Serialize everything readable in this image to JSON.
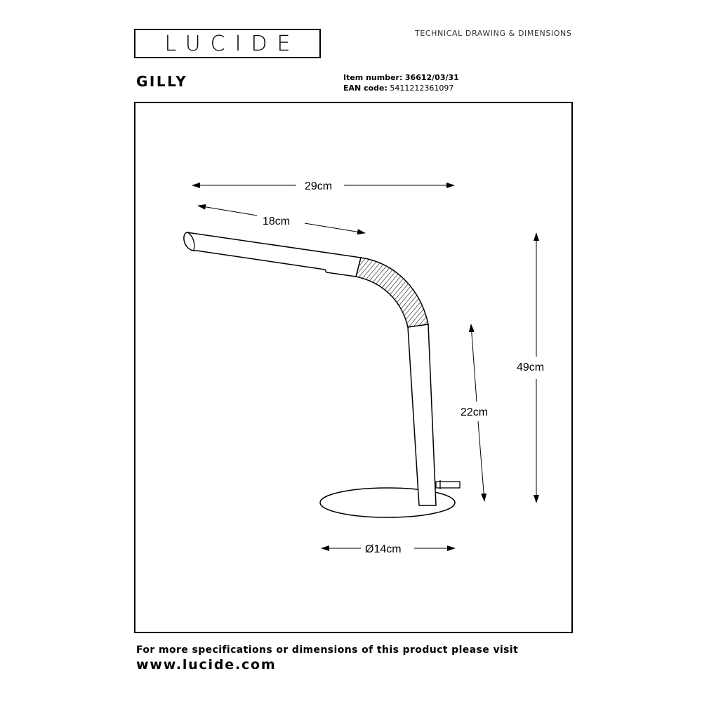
{
  "brand": {
    "logo_text": "LUCIDE"
  },
  "header": {
    "title": "TECHNICAL DRAWING & DIMENSIONS"
  },
  "product": {
    "name": "GILLY",
    "item_number_label": "Item number:",
    "item_number": "36612/03/31",
    "ean_label": "EAN code:",
    "ean": "5411212361097"
  },
  "dimensions": {
    "total_width": "29cm",
    "arm_length": "18cm",
    "total_height": "49cm",
    "stem_height": "22cm",
    "base_diameter": "Ø14cm"
  },
  "footer": {
    "line": "For more specifications or dimensions of this product please visit",
    "url": "www.lucide.com"
  }
}
